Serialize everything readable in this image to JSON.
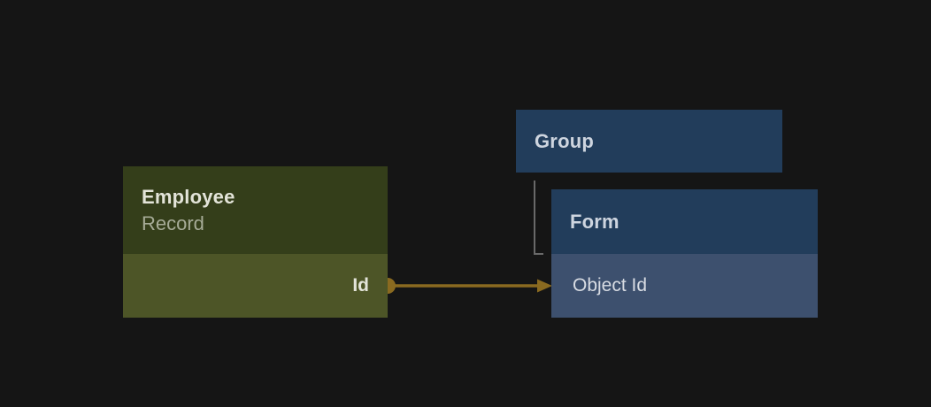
{
  "canvas": {
    "background_color": "#151515"
  },
  "nodes": {
    "employee": {
      "title": "Employee",
      "subtitle": "Record",
      "fields": [
        {
          "label": "Id"
        }
      ],
      "colors": {
        "header": "#343e1a",
        "body": "#4d5527",
        "title_text": "#e3e4d9",
        "subtitle_text": "#a6ab97"
      }
    },
    "group": {
      "title": "Group",
      "colors": {
        "header": "#223d5b",
        "title_text": "#ced5df"
      }
    },
    "form": {
      "title": "Form",
      "fields": [
        {
          "label": "Object Id"
        }
      ],
      "colors": {
        "header": "#223d5b",
        "body": "#3d506e",
        "title_text": "#ced5df",
        "field_text": "#d8dce3"
      }
    }
  },
  "connections": {
    "mapping_link": {
      "from_field": "Id",
      "to_field": "Object Id",
      "color": "#8a6a20"
    },
    "hierarchy_link": {
      "from_node": "Group",
      "to_node": "Form",
      "color": "#696969"
    }
  }
}
